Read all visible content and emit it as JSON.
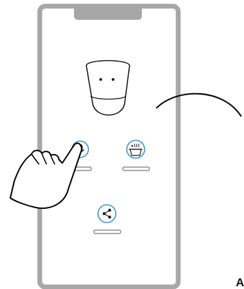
{
  "colors": {
    "phone_frame": "#a7a7a7",
    "accent": "#3f92d3",
    "line": "#222222",
    "device_outline": "#1a1a1a",
    "label_bar": "#555555"
  },
  "phone": {
    "notch_icon": "phone-notch"
  },
  "device": {
    "icon": "smart-speaker-icon"
  },
  "action_buttons": [
    {
      "icon": "microphone-icon",
      "state": "being-tapped"
    },
    {
      "icon": "bowl-icon",
      "state": "idle"
    },
    {
      "icon": "share-icon",
      "state": "idle"
    }
  ],
  "gesture": {
    "icon": "tapping-hand-icon"
  },
  "connector": {
    "icon": "curved-arrow-line"
  },
  "corner_label": "A"
}
